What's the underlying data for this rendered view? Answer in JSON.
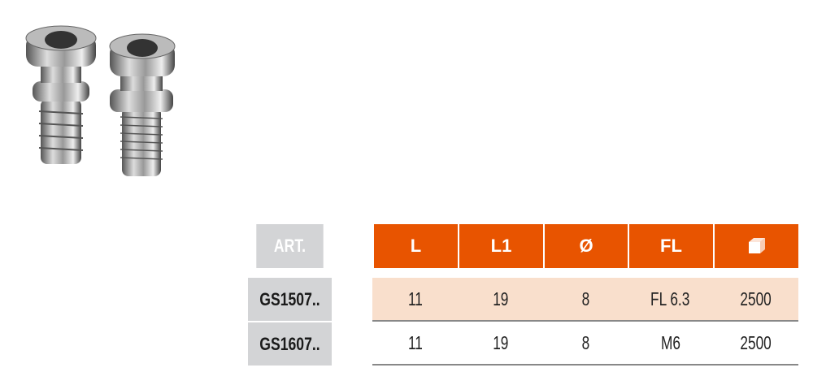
{
  "table": {
    "headers": {
      "art": "ART.",
      "cols": [
        "L",
        "L1",
        "Ø",
        "FL"
      ],
      "last_icon": "box-icon"
    },
    "rows": [
      {
        "art": "GS1507..",
        "values": [
          "11",
          "19",
          "8",
          "FL 6.3",
          "2500"
        ]
      },
      {
        "art": "GS1607..",
        "values": [
          "11",
          "19",
          "8",
          "M6",
          "2500"
        ]
      }
    ]
  },
  "colors": {
    "accent": "#e85400",
    "highlight_row": "#f9dfcc",
    "art_bg": "#d3d4d6"
  }
}
